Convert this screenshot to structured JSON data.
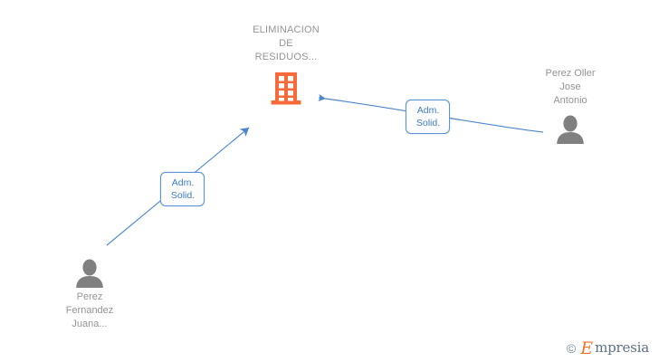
{
  "diagram": {
    "type": "corporate-relations-graph",
    "background_color": "#ffffff",
    "edge_color": "#4a86d0",
    "company_icon_color": "#f96a3a",
    "person_icon_color": "#808080",
    "label_text_color": "#3d7cc9",
    "node_text_color": "#949494"
  },
  "company": {
    "name": "ELIMINACION\nDE\nRESIDUOS...",
    "icon": "office-building-icon"
  },
  "people": [
    {
      "id": "person-right",
      "name": "Perez Oller\nJose\nAntonio",
      "icon": "person-icon",
      "relation": "Adm. Solid."
    },
    {
      "id": "person-left",
      "name": "Perez\nFernandez\nJuana...",
      "icon": "person-icon",
      "relation": "Adm. Solid."
    }
  ],
  "edges": [
    {
      "id": "edge-right",
      "from": "person-right",
      "to": "company",
      "label_line1": "Adm.",
      "label_line2": "Solid.",
      "arrow": "pointing-left"
    },
    {
      "id": "edge-left",
      "from": "person-left",
      "to": "company",
      "label_line1": "Adm.",
      "label_line2": "Solid.",
      "arrow": "pointing-up-right"
    }
  ],
  "watermark": {
    "copyright": "©",
    "brand_initial": "E",
    "brand_rest": "mpresia"
  }
}
